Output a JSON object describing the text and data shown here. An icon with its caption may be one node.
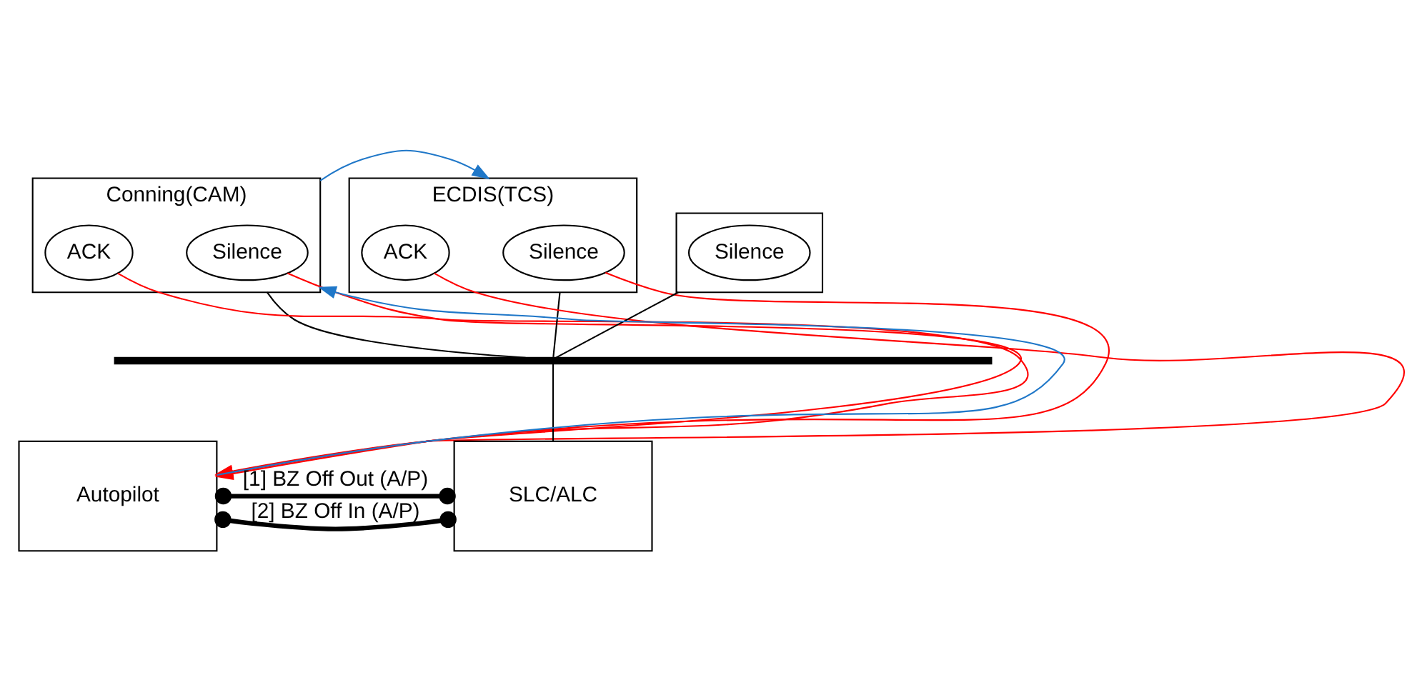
{
  "diagram": {
    "nodes": [
      {
        "text": [
          "Conning(CAM)"
        ]
      },
      {
        "text": [
          "Silence"
        ],
        "in": 0
      },
      {
        "text": [
          "ACK"
        ],
        "in": 0
      },
      {
        "text": [
          "ECDIS(TCS)"
        ]
      },
      {
        "text": [
          "Silence"
        ],
        "in": 3
      },
      {
        "text": [
          "ACK"
        ],
        "in": 3
      },
      {
        "text": [],
        "shape": "box"
      },
      {
        "text": [
          "Silence"
        ],
        "in": 6
      },
      {
        "text": [],
        "shape": "bar"
      },
      {
        "text": [
          "Autopilot"
        ]
      },
      {
        "text": [
          "SLC/ALC"
        ]
      }
    ],
    "edges": [
      {
        "from": 0,
        "to": 8,
        "arrow": "none"
      },
      {
        "from": 3,
        "to": 8,
        "arrow": "none"
      },
      {
        "from": 6,
        "to": 8,
        "arrow": "none"
      },
      {
        "from": 8,
        "to": 10,
        "arrow": "none"
      },
      {
        "from": 1,
        "to": 9,
        "arrow": "to",
        "color": "#ff0000"
      },
      {
        "from": 2,
        "to": 9,
        "arrow": "to",
        "color": "#ff0000"
      },
      {
        "from": 4,
        "to": 9,
        "arrow": "to",
        "color": "#ff0000"
      },
      {
        "from": 5,
        "to": 9,
        "arrow": "to",
        "color": "#ff0000"
      },
      {
        "from": 9,
        "to": 0,
        "arrow": "to",
        "color": "#1f77c8"
      },
      {
        "from": 0,
        "to": 3,
        "arrow": "to",
        "color": "#1f77c8"
      },
      {
        "from": 9,
        "to": 10,
        "arrow": "other",
        "style": "thick",
        "label": "[1] BZ Off Out (A/P)"
      },
      {
        "from": 9,
        "to": 10,
        "arrow": "other",
        "style": "thick",
        "label": "[2] BZ Off In (A/P)"
      }
    ]
  }
}
